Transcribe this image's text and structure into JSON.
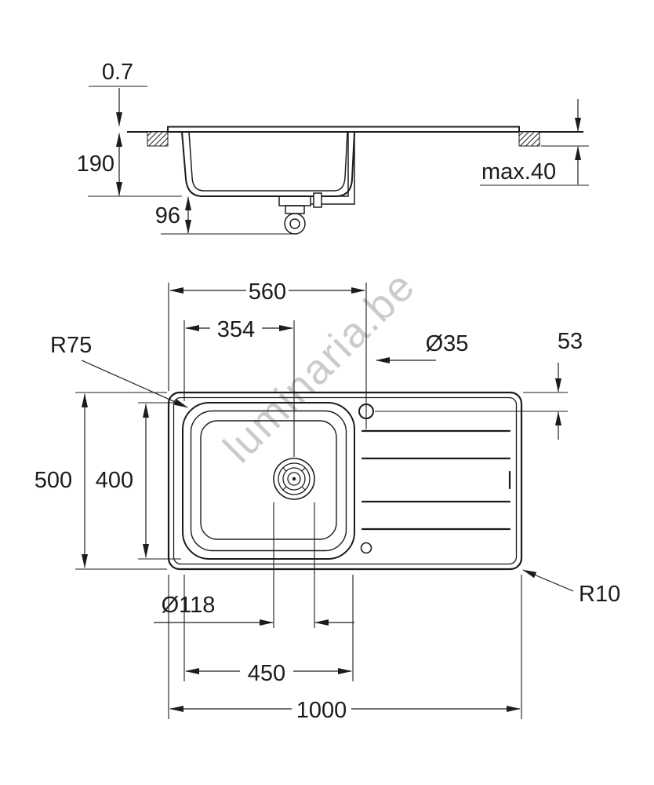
{
  "watermark": {
    "text": "luminaria.be"
  },
  "colors": {
    "line": "#1c1c1c",
    "watermark": "#c6c6c6",
    "background": "#ffffff"
  },
  "section_view": {
    "sheet_thickness": "0.7",
    "bowl_depth": "190",
    "drain_height": "96",
    "max_counter_thickness": "max.40"
  },
  "plan_view": {
    "tap_center_from_left": "560",
    "drain_center_from_left": "354",
    "tap_hole_diameter": "Ø35",
    "tap_center_from_top": "53",
    "bowl_corner_radius": "R75",
    "overall_width": "500",
    "bowl_width": "400",
    "drain_diameter": "Ø118",
    "bowl_length": "450",
    "overall_length": "1000",
    "outer_corner_radius": "R10"
  }
}
